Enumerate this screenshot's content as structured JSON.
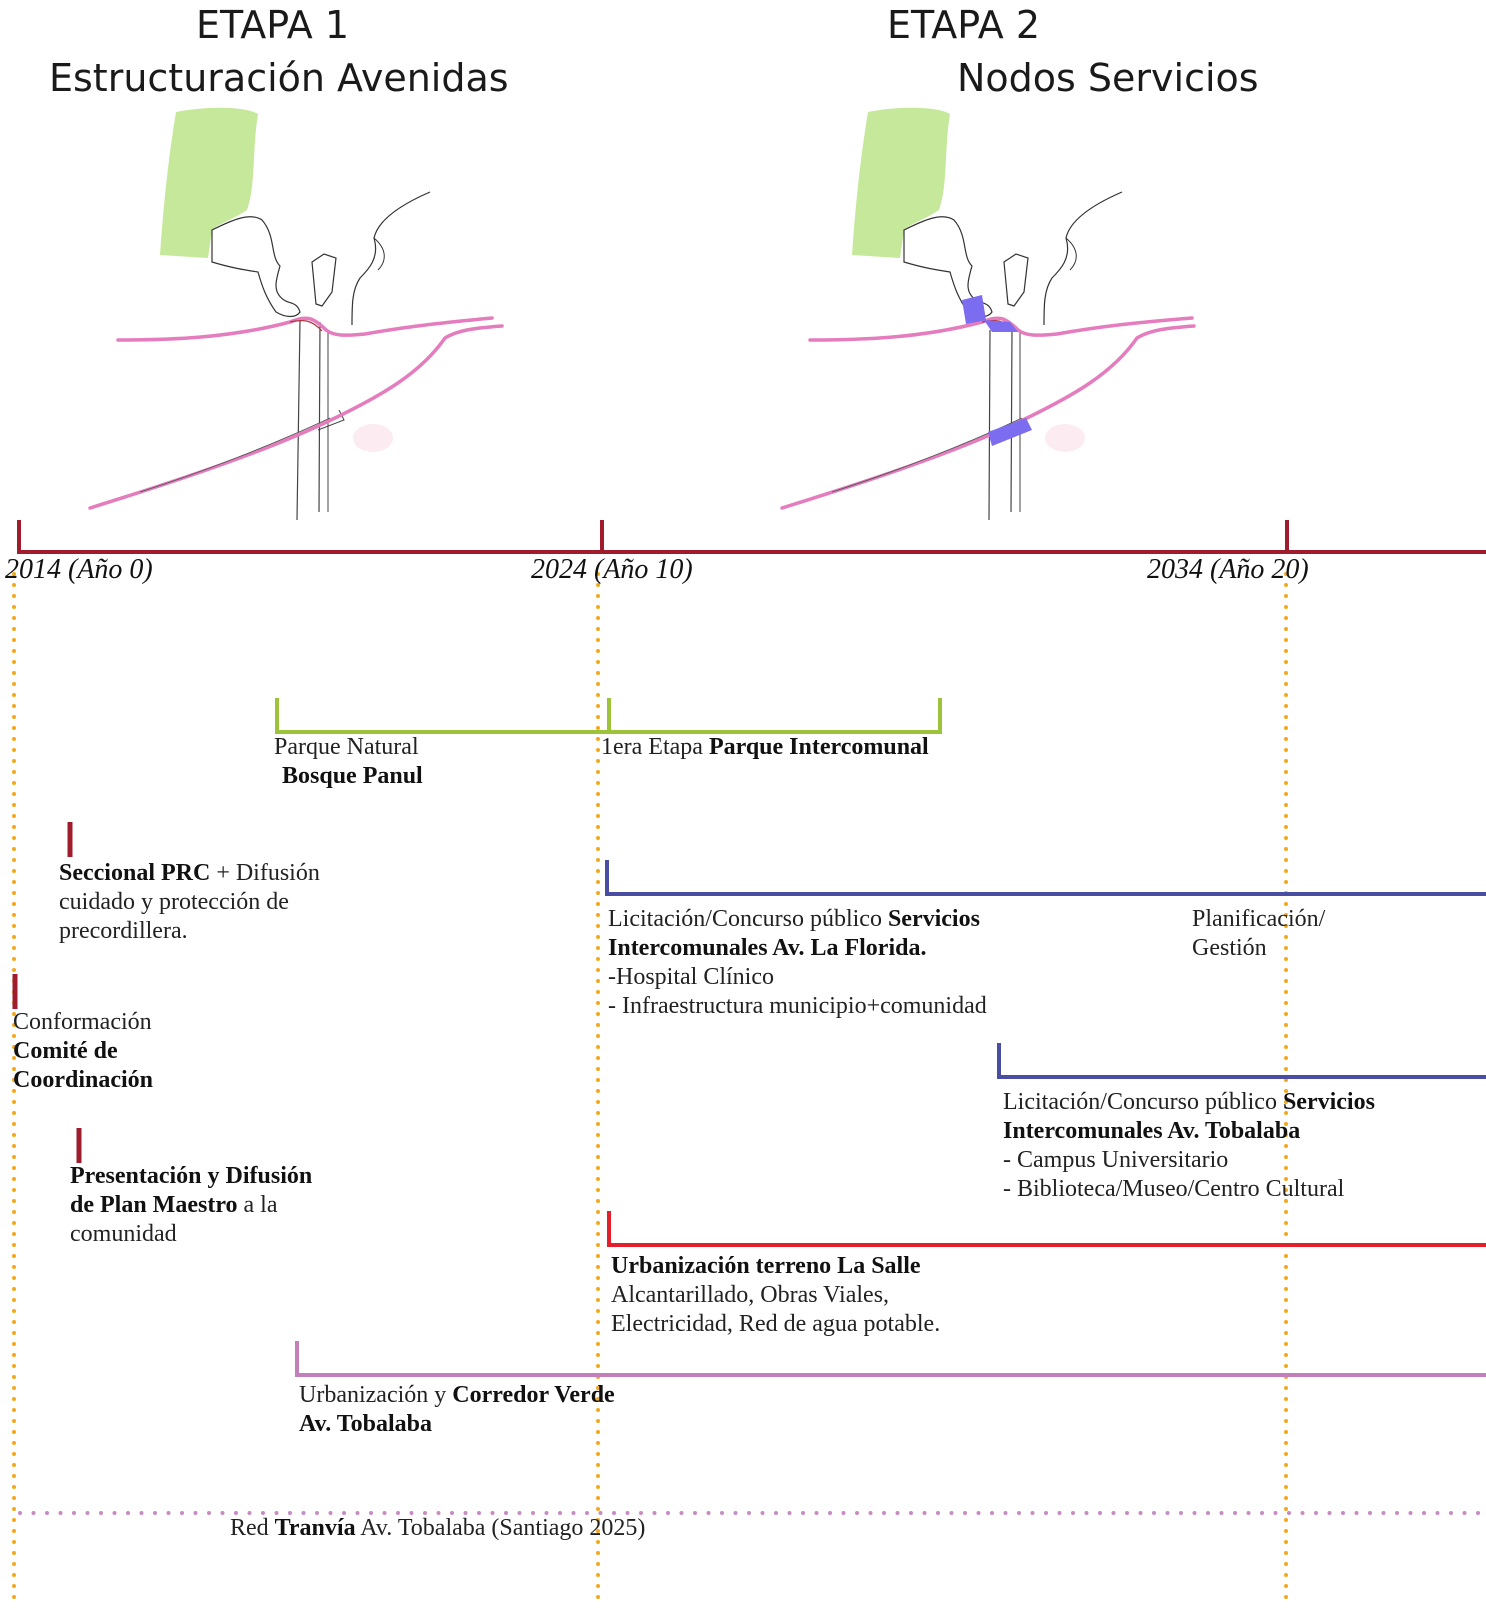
{
  "headings": {
    "etapa1_title": "ETAPA 1",
    "etapa1_subtitle": "Estructuración Avenidas",
    "etapa2_title": "ETAPA 2",
    "etapa2_subtitle": "Nodos Servicios"
  },
  "timeline": {
    "ticks": [
      {
        "label": "2014 (Año 0)"
      },
      {
        "label": "2024 (Año 10)"
      },
      {
        "label": "2034 (Año 20)"
      }
    ]
  },
  "colors": {
    "timeline": "#9e1c2c",
    "guide": "#f2a91e",
    "park": "#9cc33a",
    "services": "#4a4ea3",
    "urban": "#e21f2a",
    "corridor": "#c27fba",
    "tram": "#c98bc4",
    "map_green": "#c6e89a",
    "map_road": "#e47cbd",
    "map_node": "#7b6cf0"
  },
  "items": {
    "parque_natural": {
      "l1": "Parque Natural",
      "l2": "Bosque Panul"
    },
    "parque_intercomunal": {
      "pre": "1era Etapa ",
      "bold": "Parque Intercomunal"
    },
    "seccional": {
      "bold": "Seccional PRC",
      "rest": " + Difusión",
      "l2": "cuidado y protección de",
      "l3": "precordillera."
    },
    "comite": {
      "l1": "Conformación",
      "l2": "Comité de",
      "l3": "Coordinación"
    },
    "presentacion": {
      "l1": "Presentación y Difusión",
      "l2b": "de Plan Maestro",
      "l2r": " a la",
      "l3": "comunidad"
    },
    "servicios_florida": {
      "pre": "Licitación/Concurso público ",
      "bold1": "Servicios",
      "bold2": "Intercomunales Av. La Florida.",
      "l3": "-Hospital Clínico",
      "l4": "- Infraestructura municipio+comunidad"
    },
    "planificacion": {
      "l1": "Planificación/",
      "l2": "Gestión"
    },
    "servicios_tobalaba": {
      "pre": "Licitación/Concurso público ",
      "bold1": "Servicios",
      "bold2": "Intercomunales Av. Tobalaba",
      "l3": "- Campus Universitario",
      "l4": "- Biblioteca/Museo/Centro Cultural"
    },
    "la_salle": {
      "bold": "Urbanización terreno La Salle",
      "l2": "Alcantarillado, Obras Viales,",
      "l3": "Electricidad, Red de agua potable."
    },
    "corredor": {
      "pre": "Urbanización y ",
      "bold1": "Corredor Verde",
      "bold2": "Av. Tobalaba"
    },
    "tranvia": {
      "pre": "Red ",
      "bold": "Tranvía",
      "rest": " Av. Tobalaba (Santiago 2025)"
    }
  }
}
